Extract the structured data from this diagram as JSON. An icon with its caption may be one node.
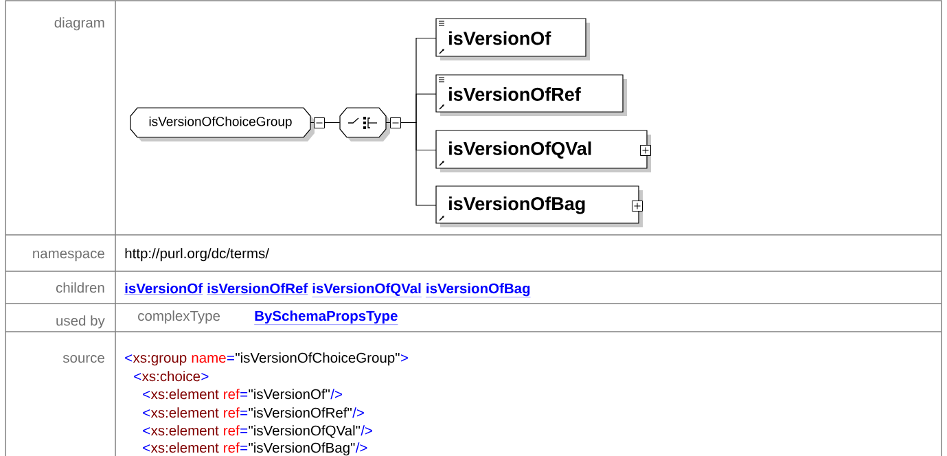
{
  "diagram": {
    "nodes": [
      {
        "text": [
          "isVersionOfChoiceGroup"
        ]
      },
      {
        "text": [],
        "shape": "octagon"
      },
      {
        "text": [
          "isVersionOf"
        ]
      },
      {
        "text": [
          "isVersionOfRef"
        ]
      },
      {
        "text": [
          "isVersionOfQVal"
        ]
      },
      {
        "text": [
          "isVersionOfBag"
        ]
      }
    ],
    "edges": [
      {
        "from": 0,
        "to": 1,
        "arrow": "none"
      },
      {
        "from": 1,
        "to": 2,
        "arrow": "none"
      },
      {
        "from": 1,
        "to": 3,
        "arrow": "none"
      },
      {
        "from": 1,
        "to": 4,
        "arrow": "none"
      },
      {
        "from": 1,
        "to": 5,
        "arrow": "none"
      }
    ],
    "labels": [
      "diagram",
      "namespace",
      "http://purl.org/dc/terms/",
      "children",
      "isVersionOf",
      "isVersionOfRef",
      "isVersionOfQVal",
      "isVersionOfBag",
      "used by",
      "complexType",
      "BySchemaPropsType",
      "source",
      "<",
      "xs:group",
      "name",
      "=",
      "\"isVersionOfChoiceGroup\"",
      ">",
      "<",
      "xs:choice",
      ">",
      "<",
      "xs:element",
      "ref",
      "=",
      "\"isVersionOf\"",
      "/>",
      "<",
      "xs:element",
      "ref",
      "=",
      "\"isVersionOfRef\"",
      "/>",
      "<",
      "xs:element",
      "ref",
      "=",
      "\"isVersionOfQVal\"",
      "/>",
      "<",
      "xs:element",
      "ref",
      "=",
      "\"isVersionOfBag\"",
      "/>"
    ]
  }
}
